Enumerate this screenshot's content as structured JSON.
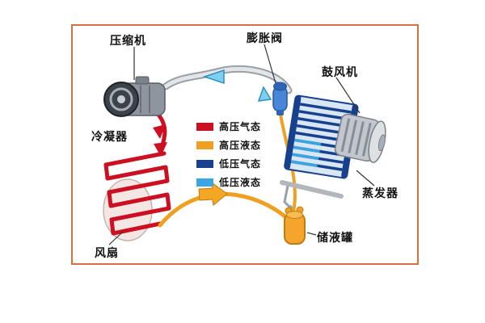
{
  "labels": {
    "compressor": "压缩机",
    "expansion_valve": "膨胀阀",
    "blower": "鼓风机",
    "condenser": "冷凝器",
    "fan": "风扇",
    "evaporator": "蒸发器",
    "receiver_drier": "储液罐"
  },
  "legend": {
    "items": [
      {
        "label": "高压气态",
        "color": "#cc1022"
      },
      {
        "label": "高压液态",
        "color": "#f0a020"
      },
      {
        "label": "低压气态",
        "color": "#17418f"
      },
      {
        "label": "低压液态",
        "color": "#3aa5e0"
      }
    ]
  },
  "colors": {
    "frame_border": "#da6e41",
    "high_pressure_gas": "#cc1022",
    "high_pressure_liquid": "#f0a020",
    "low_pressure_gas": "#17418f",
    "low_pressure_liquid": "#3aa5e0"
  }
}
